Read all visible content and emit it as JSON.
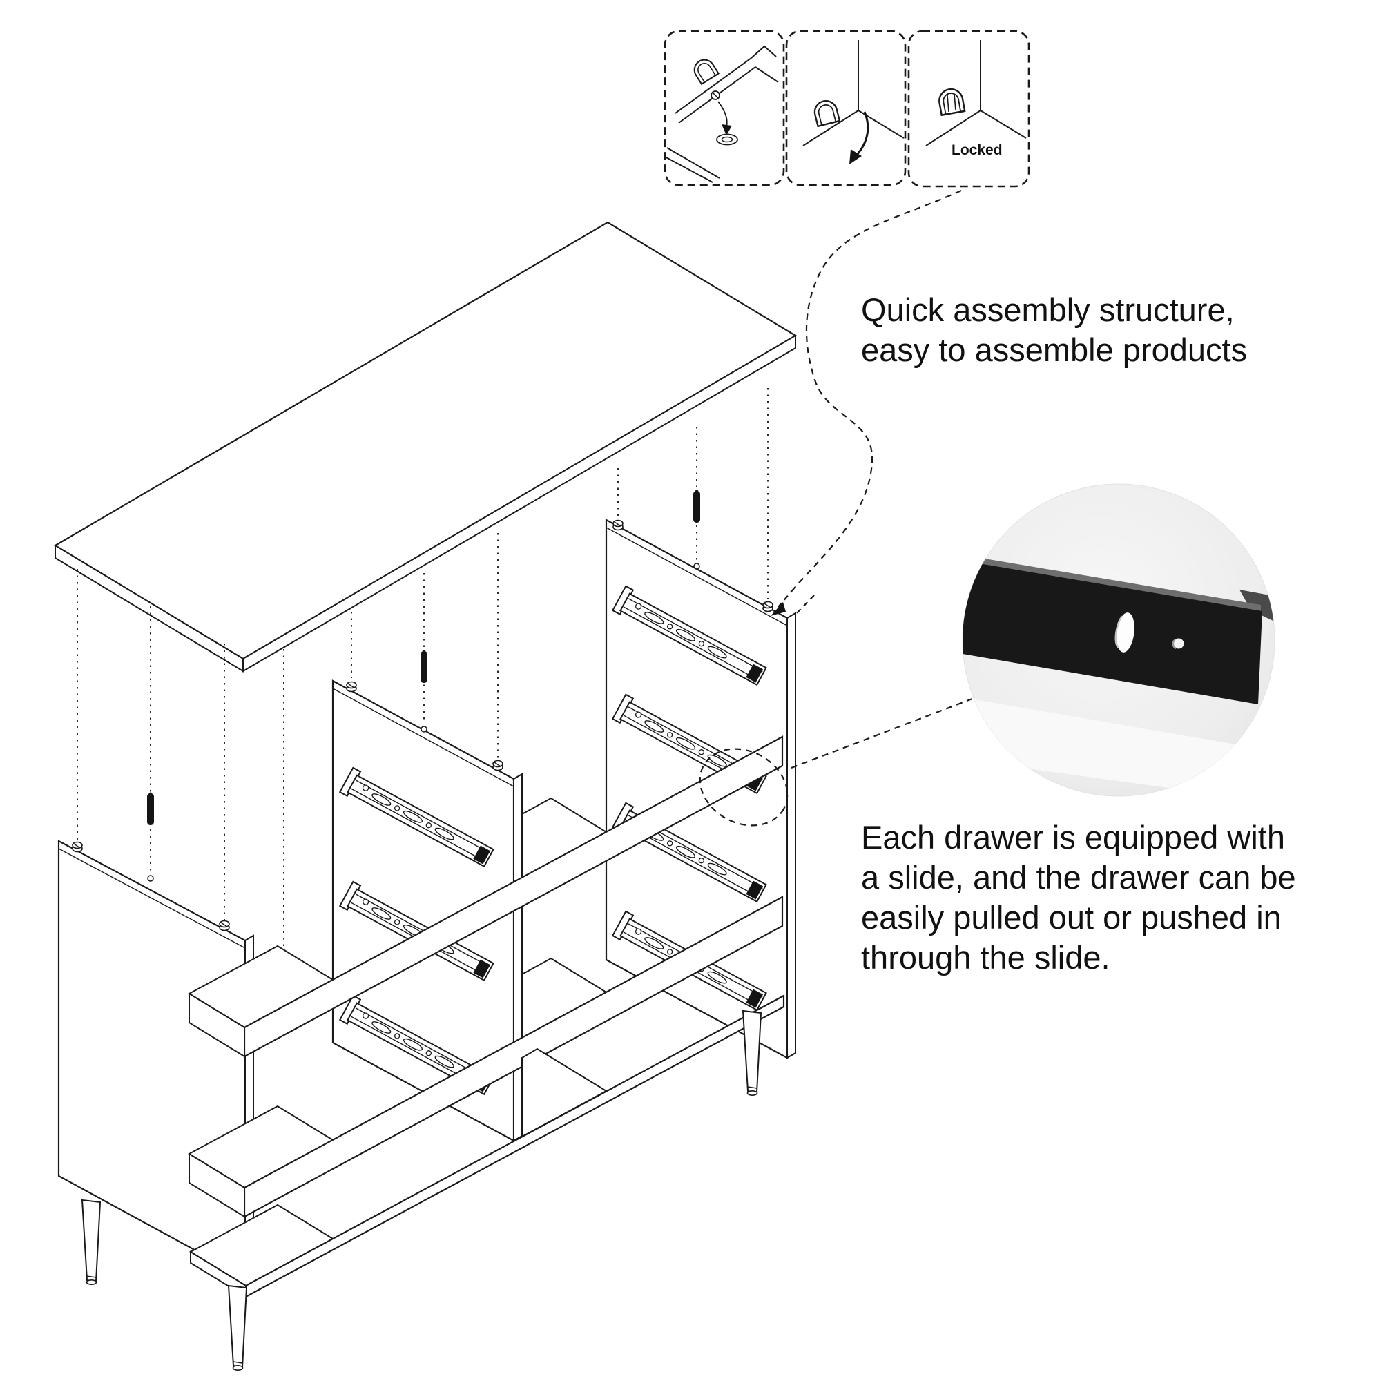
{
  "colors": {
    "background": "#ffffff",
    "line": "#1a1a1a",
    "fill_black": "#141414",
    "photo_bg": "#ececec"
  },
  "inset": {
    "step3_label": "Locked",
    "steps": [
      "insert-cam-into-hole",
      "rotate-cam",
      "cam-locked"
    ]
  },
  "captions": {
    "assembly": {
      "line1": "Quick assembly structure,",
      "line2": "easy to assemble products"
    },
    "slide": {
      "line1": "Each drawer is equipped with",
      "line2": "a slide, and the drawer can be",
      "line3": "easily pulled out or pushed in",
      "line4": "through the slide."
    }
  },
  "components": {
    "top_panel": "cabinet top panel",
    "left_panel": "left side panel (exploded)",
    "middle_partition": "middle partition with drawer slides",
    "right_panel": "right side panel with drawer slides",
    "shelves": "horizontal shelf boards",
    "bottom_panel": "bottom panel",
    "legs": "tapered legs",
    "dowels": "wooden dowel pins",
    "cam_locks": "cam lock fittings",
    "detail_circle": "magnified drawer slide photo"
  }
}
